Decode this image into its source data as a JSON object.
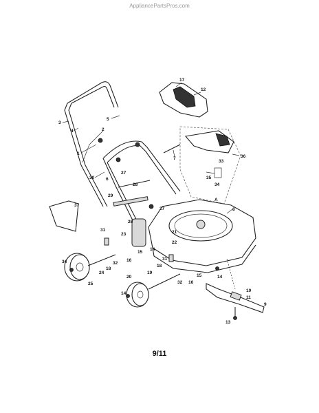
{
  "watermark": "AppliancePartsPros.com",
  "page_code": "9/11",
  "detail_label": "A",
  "callouts": [
    "17",
    "12",
    "3",
    "4",
    "5",
    "2",
    "1",
    "7",
    "36",
    "27",
    "30",
    "6",
    "33",
    "35",
    "34",
    "28",
    "29",
    "37",
    "8",
    "27",
    "31",
    "26",
    "23",
    "22",
    "21",
    "14",
    "15",
    "32",
    "18",
    "24",
    "16",
    "25",
    "34",
    "31",
    "18",
    "19",
    "20",
    "14",
    "32",
    "16",
    "15",
    "14",
    "10",
    "11",
    "13",
    "9"
  ]
}
